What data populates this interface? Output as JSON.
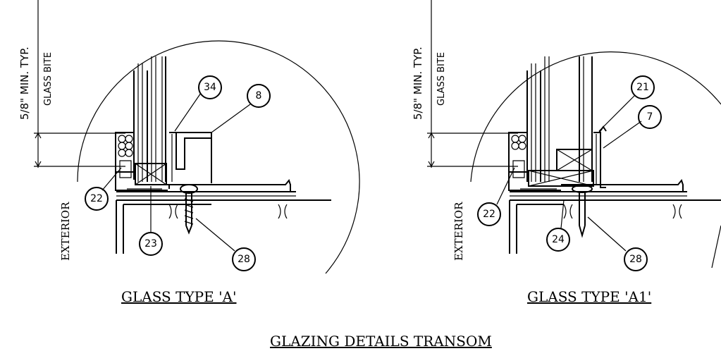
{
  "main_title": "GLAZING DETAILS TRANSOM",
  "details": [
    {
      "caption": "GLASS TYPE 'A'",
      "dim_min": "5/8\" MIN. TYP.",
      "dim_bite": "GLASS BITE",
      "exterior": "EXTERIOR",
      "callouts": [
        "34",
        "8",
        "22",
        "23",
        "28"
      ]
    },
    {
      "caption": "GLASS TYPE 'A1'",
      "dim_min": "5/8\" MIN. TYP.",
      "dim_bite": "GLASS BITE",
      "exterior": "EXTERIOR",
      "callouts": [
        "21",
        "7",
        "22",
        "24",
        "28"
      ]
    }
  ]
}
